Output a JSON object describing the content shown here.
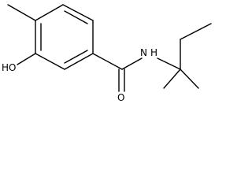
{
  "molecule": {
    "atoms": {
      "hydroxyl": "HO",
      "carbonyl_oxygen": "O",
      "amide_nitrogen": "N",
      "amide_hydrogen": "H"
    }
  }
}
